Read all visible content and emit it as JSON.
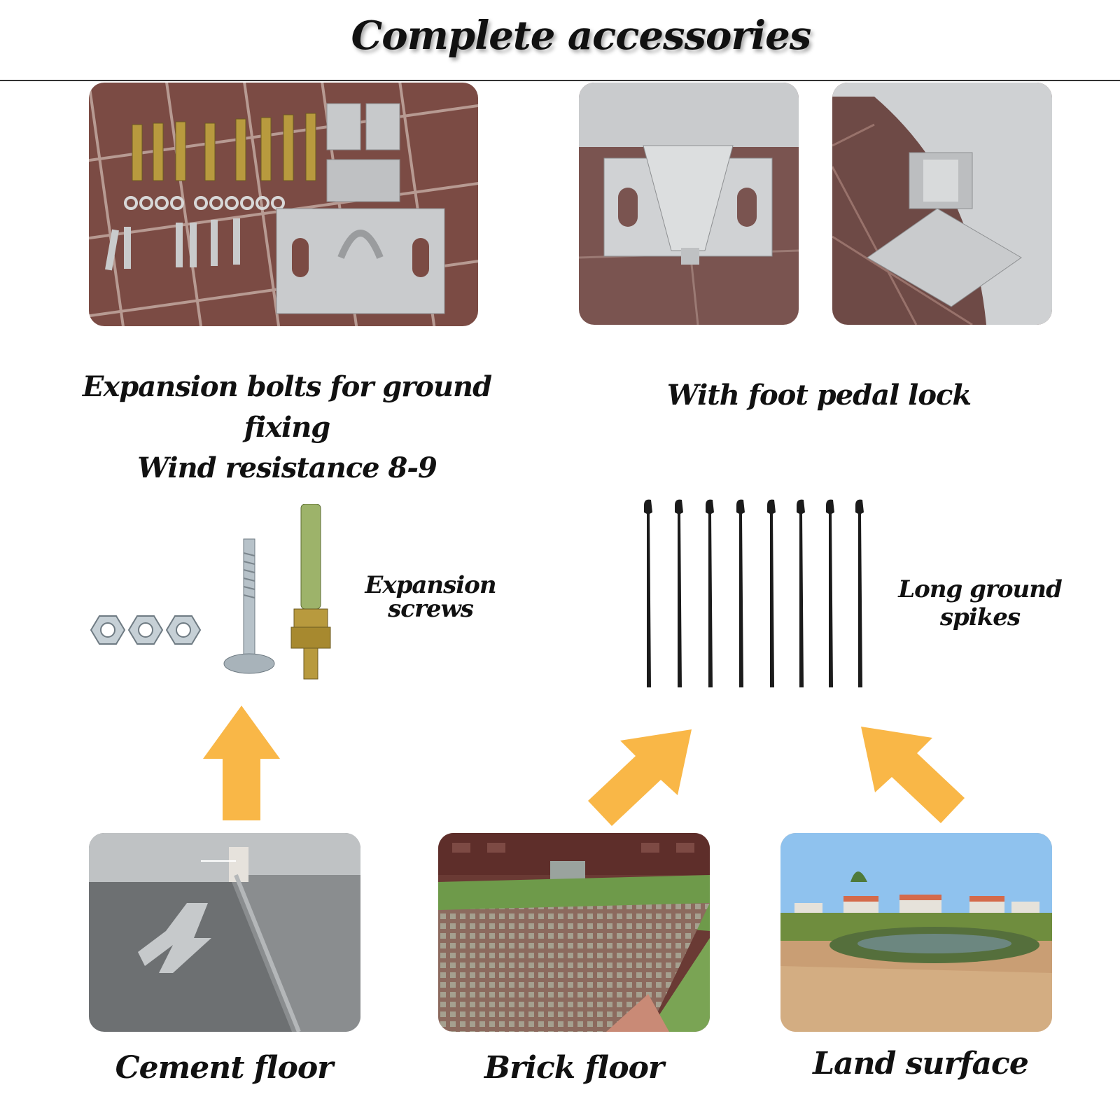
{
  "title": "Complete accessories",
  "sections": {
    "expansion_kit": {
      "caption_line1": "Expansion bolts for ground fixing",
      "caption_line2": "Wind resistance 8-9"
    },
    "foot_pedal": {
      "caption": "With foot pedal lock"
    },
    "screws": {
      "label_line1": "Expansion",
      "label_line2": "screws"
    },
    "spikes": {
      "label_line1": "Long ground",
      "label_line2": "spikes"
    }
  },
  "floors": [
    {
      "label": "Cement floor"
    },
    {
      "label": "Brick floor"
    },
    {
      "label": "Land surface"
    }
  ],
  "colors": {
    "arrow": "#f9b747",
    "tile": "#7a4e46",
    "metal": "#c4c6c8",
    "brass": "#b89a3e",
    "spike": "#1b1b1b"
  }
}
